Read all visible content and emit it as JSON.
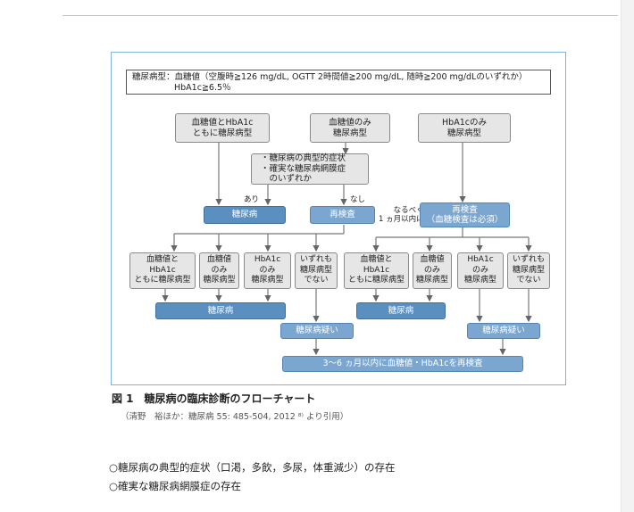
{
  "criteria": {
    "line1": "糖尿病型：血糖値（空腹時≧126 mg/dL, OGTT 2時間値≧200 mg/dL, 随時≧200 mg/dLのいずれか）",
    "line2": "HbA1c≧6.5％"
  },
  "top_boxes": {
    "both": "血糖値とHbA1c\nともに糖尿病型",
    "glucose_only": "血糖値のみ\n糖尿病型",
    "hba1c_only": "HbA1cのみ\n糖尿病型"
  },
  "symptoms_box": "・糖尿病の典型的症状\n・確実な糖尿病網膜症\n　のいずれか",
  "labels": {
    "yes": "あり",
    "no": "なし",
    "asap": "なるべく\n1 ヵ月以内に"
  },
  "mid_boxes": {
    "diabetes": "糖尿病",
    "retest": "再検査",
    "retest_glucose": "再検査\n（血糖検査は必須）"
  },
  "result_boxes_left": [
    "血糖値と\nHbA1c\nともに糖尿病型",
    "血糖値\nのみ\n糖尿病型",
    "HbA1c\nのみ\n糖尿病型",
    "いずれも\n糖尿病型\nでない"
  ],
  "result_boxes_right": [
    "血糖値と\nHbA1c\nともに糖尿病型",
    "血糖値\nのみ\n糖尿病型",
    "HbA1c\nのみ\n糖尿病型",
    "いずれも\n糖尿病型\nでない"
  ],
  "outcomes": {
    "diabetes_left": "糖尿病",
    "diabetes_right": "糖尿病",
    "suspected_left": "糖尿病疑い",
    "suspected_right": "糖尿病疑い",
    "final": "3～6 ヵ月以内に血糖値・HbA1cを再検査"
  },
  "caption": "図 1　糖尿病の臨床診断のフローチャート",
  "citation": "（清野　裕ほか：糖尿病 55: 485-504, 2012 ⁸⁾ より引用）",
  "bullets": [
    "○糖尿病の典型的症状（口渇，多飲，多尿，体重減少）の存在",
    "○確実な糖尿病網膜症の存在"
  ],
  "colors": {
    "box_blue": "#5b8fc0",
    "box_gray": "#e6e6e6",
    "frame": "#7fb4d6"
  }
}
